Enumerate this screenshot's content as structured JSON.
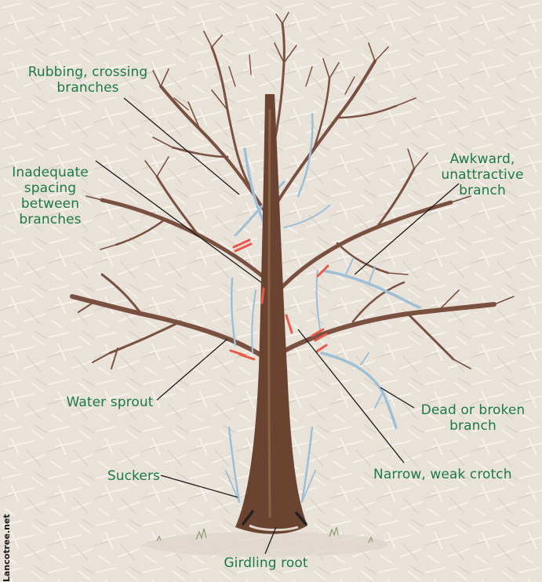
{
  "labels": {
    "rubbing": "Rubbing, crossing\nbranches",
    "spacing": "Inadequate\nspacing\nbetween\nbranches",
    "awkward": "Awkward,\nunattractive\nbranch",
    "water_sprout": "Water sprout",
    "dead": "Dead or broken\nbranch",
    "suckers": "Suckers",
    "crotch": "Narrow, weak crotch",
    "girdling": "Girdling root"
  },
  "watermark": "Lancotree.net",
  "colors": {
    "label_text": "#1c7a43",
    "background": "#e7e1d8",
    "trunk": "#6a4430",
    "branch": "#7a5040",
    "problem_branch": "#9ec0d6",
    "problem_marker": "#e8594a",
    "leader_line": "#1a1a1a"
  }
}
